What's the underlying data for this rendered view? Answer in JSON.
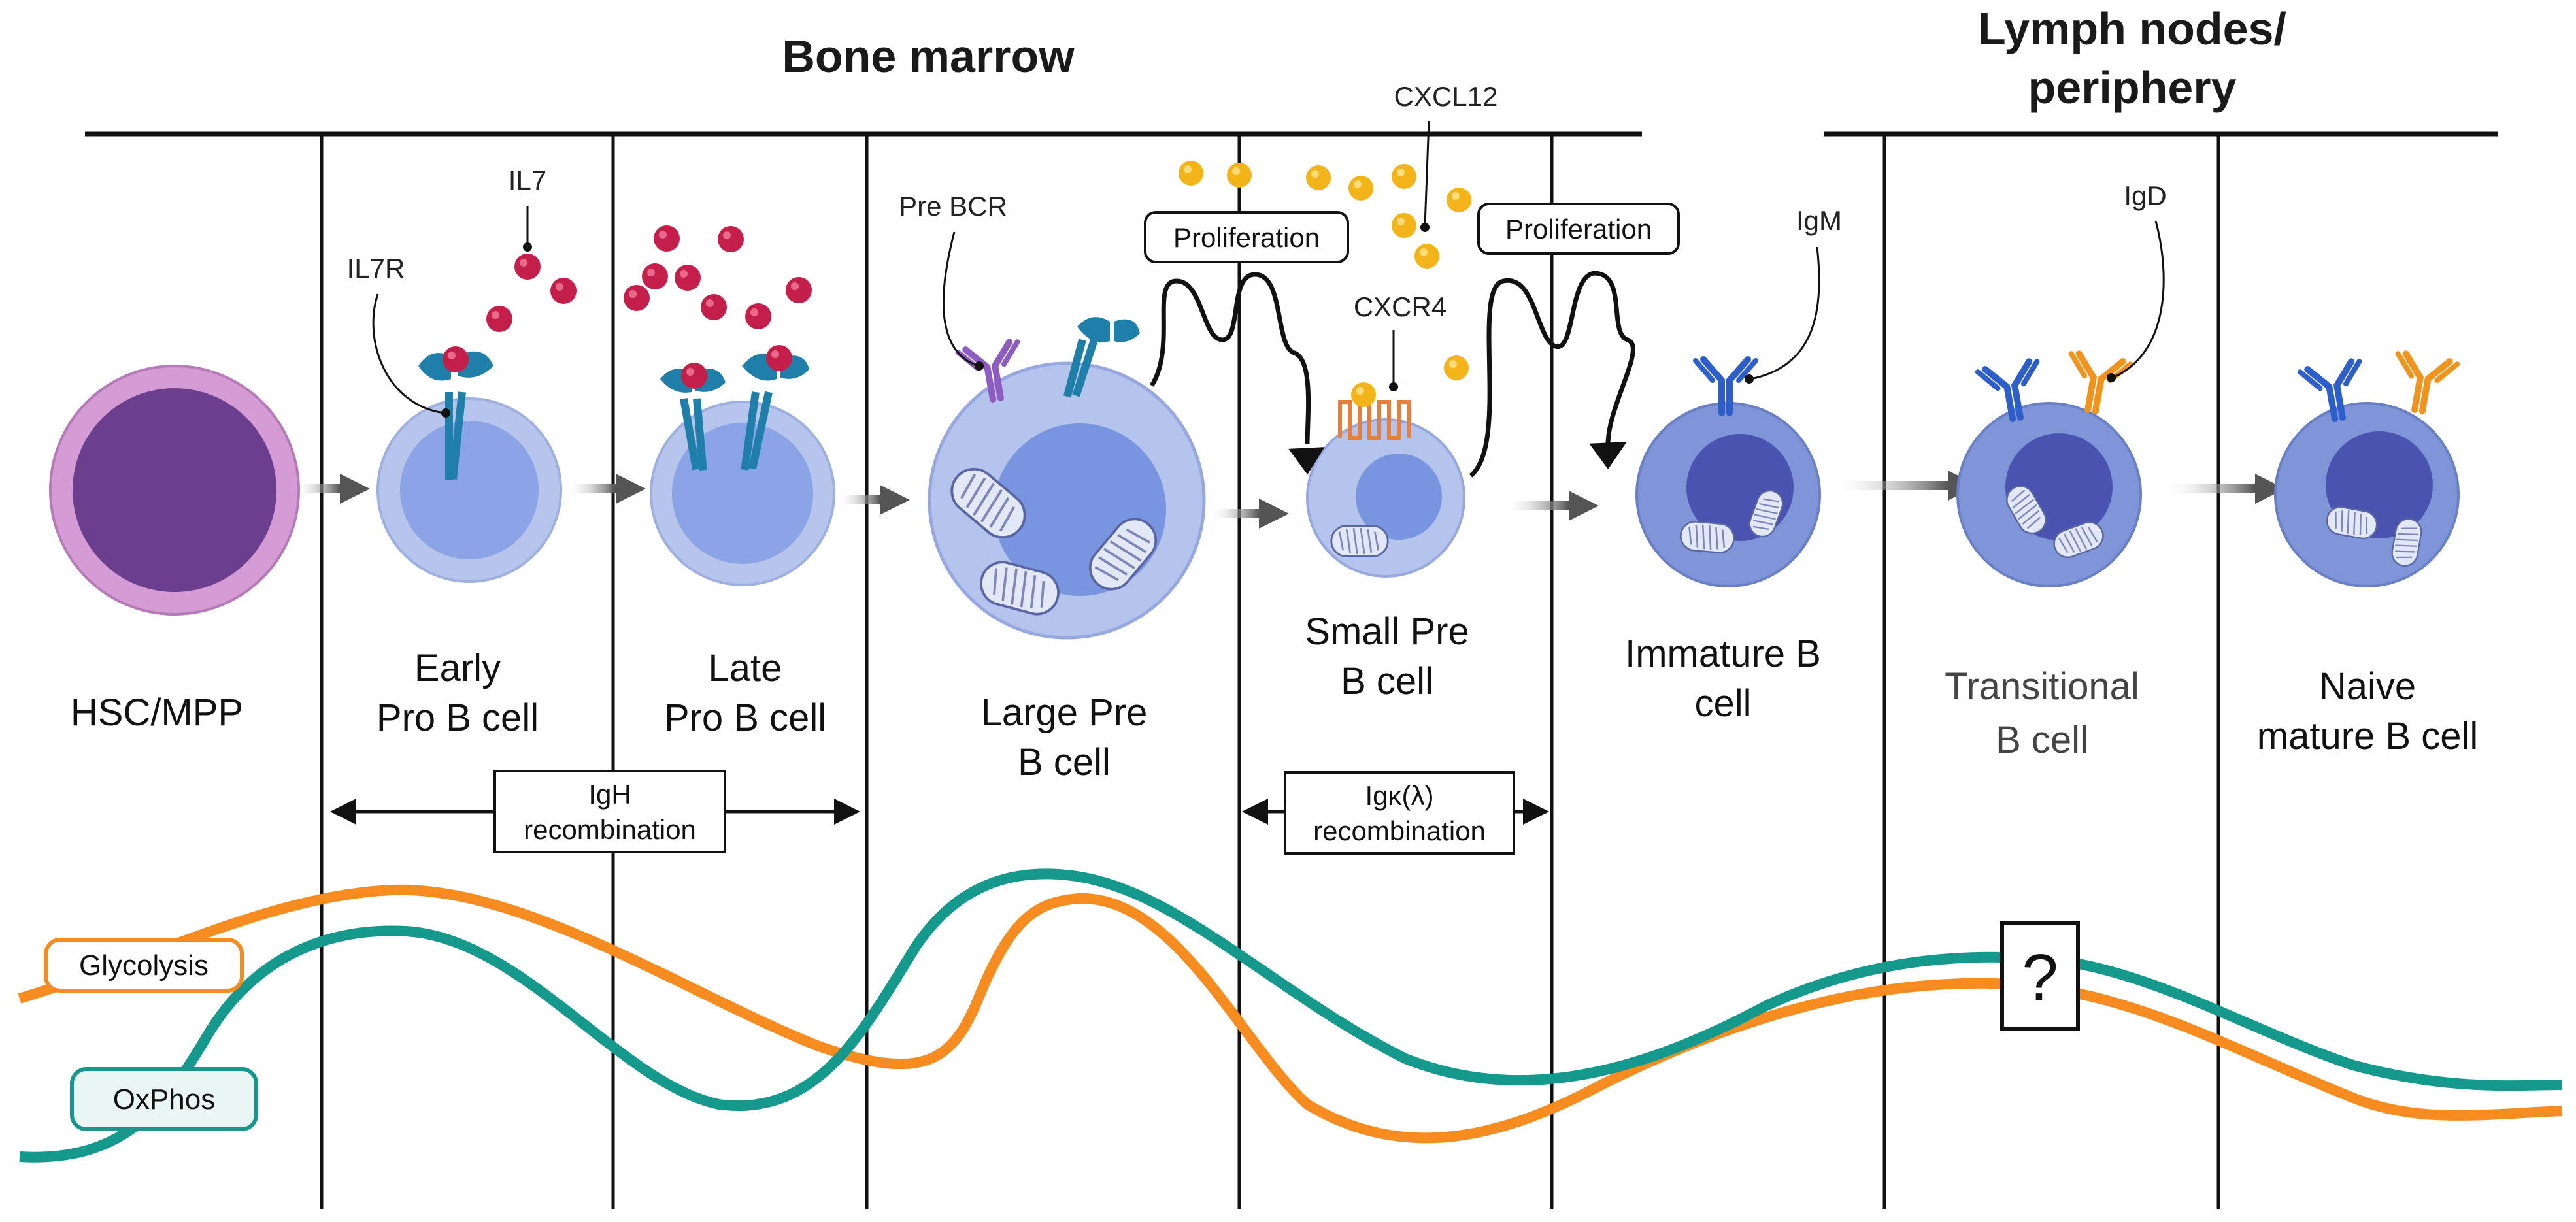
{
  "regions": {
    "bone_marrow": "Bone marrow",
    "lymph_line1": "Lymph nodes/",
    "lymph_line2": "periphery"
  },
  "stages": {
    "hsc": "HSC/MPP",
    "early_l1": "Early",
    "early_l2": "Pro B cell",
    "late_l1": "Late",
    "late_l2": "Pro B cell",
    "large_l1": "Large Pre",
    "large_l2": "B cell",
    "small_l1": "Small Pre",
    "small_l2": "B cell",
    "immature_l1": "Immature B",
    "immature_l2": "cell",
    "trans_l1": "Transitional",
    "trans_l2": "B cell",
    "naive_l1": "Naive",
    "naive_l2": "mature B cell"
  },
  "molecules": {
    "il7": "IL7",
    "il7r": "IL7R",
    "pre_bcr": "Pre BCR",
    "cxcl12": "CXCL12",
    "cxcr4": "CXCR4",
    "igm": "IgM",
    "igd": "IgD"
  },
  "boxes": {
    "prolif_1": "Proliferation",
    "prolif_2": "Proliferation",
    "igh_l1": "IgH",
    "igh_l2": "recombination",
    "igk_l1": "Igκ(λ)",
    "igk_l2": "recombination",
    "question": "?"
  },
  "curves": {
    "glycolysis": "Glycolysis",
    "oxphos": "OxPhos"
  },
  "colors": {
    "glycolysis": "#f68b1f",
    "oxphos": "#16998d",
    "hsc_outer": "#d49bd4",
    "hsc_inner": "#6b3f8e",
    "pro_cell": "#a9b9e6",
    "pro_nucleus": "#7f9be3",
    "pre_cell": "#b5c4ec",
    "pre_nucleus": "#7995e0",
    "mature_cell": "#7f95d8",
    "mature_nucleus": "#4a54b0",
    "il7": "#c41e4a",
    "cxcl12": "#f3b41a",
    "receptor": "#1f7fa8",
    "pre_bcr": "#8e5bc1",
    "igm": "#2d5ec9",
    "igd": "#f1941e",
    "cxcr4": "#e77f3c"
  }
}
